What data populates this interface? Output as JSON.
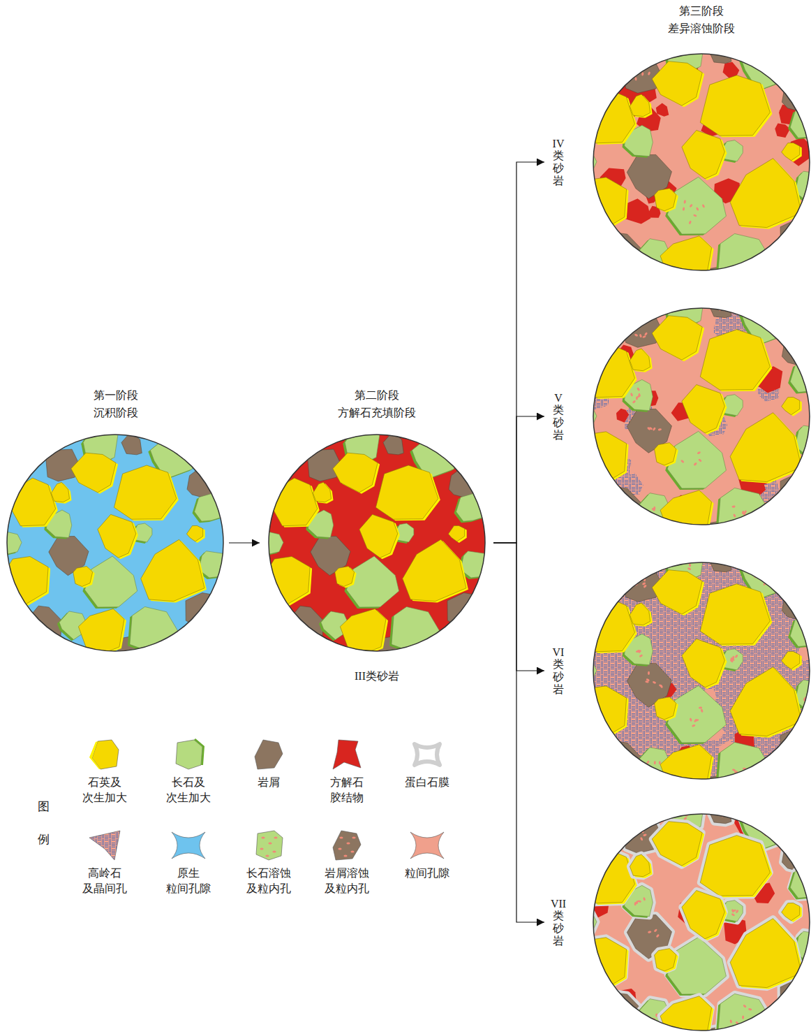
{
  "diagram": {
    "nodes": [
      {
        "text": [
          "第一阶段",
          "沉积阶段"
        ]
      },
      {
        "text": [
          "第二阶段",
          "方解石充填阶段",
          "III类砂岩"
        ]
      },
      {
        "text": [
          "第三阶段",
          "差异溶蚀阶段",
          "IV类砂岩"
        ]
      },
      {
        "text": [
          "V类砂岩"
        ]
      },
      {
        "text": [
          "VI类砂岩"
        ]
      },
      {
        "text": [
          "VII类砂岩"
        ]
      }
    ],
    "edges": [
      {
        "from": 0,
        "to": 1,
        "arrow": "to"
      },
      {
        "from": 1,
        "to": 2,
        "arrow": "to"
      },
      {
        "from": 1,
        "to": 3,
        "arrow": "to"
      },
      {
        "from": 1,
        "to": 4,
        "arrow": "to"
      },
      {
        "from": 1,
        "to": 5,
        "arrow": "to"
      }
    ],
    "labels": [
      "图",
      "例"
    ],
    "legend": [
      {
        "text": "石英及 次生加大",
        "color": "#f5d800"
      },
      {
        "text": "长石及 次生加大",
        "color": "#b5db7f"
      },
      {
        "text": "岩屑",
        "color": "#8c7560"
      },
      {
        "text": "方解石 胶结物",
        "color": "#d8251f"
      },
      {
        "text": "蛋白石膜"
      },
      {
        "text": "高岭石 及晶间孔"
      },
      {
        "text": "原生 粒间孔隙",
        "color": "#6ec3ee"
      },
      {
        "text": "长石溶蚀 及粒内孔"
      },
      {
        "text": "岩屑溶蚀 及粒内孔"
      },
      {
        "text": "粒间孔隙",
        "color": "#f0a08c"
      }
    ]
  }
}
